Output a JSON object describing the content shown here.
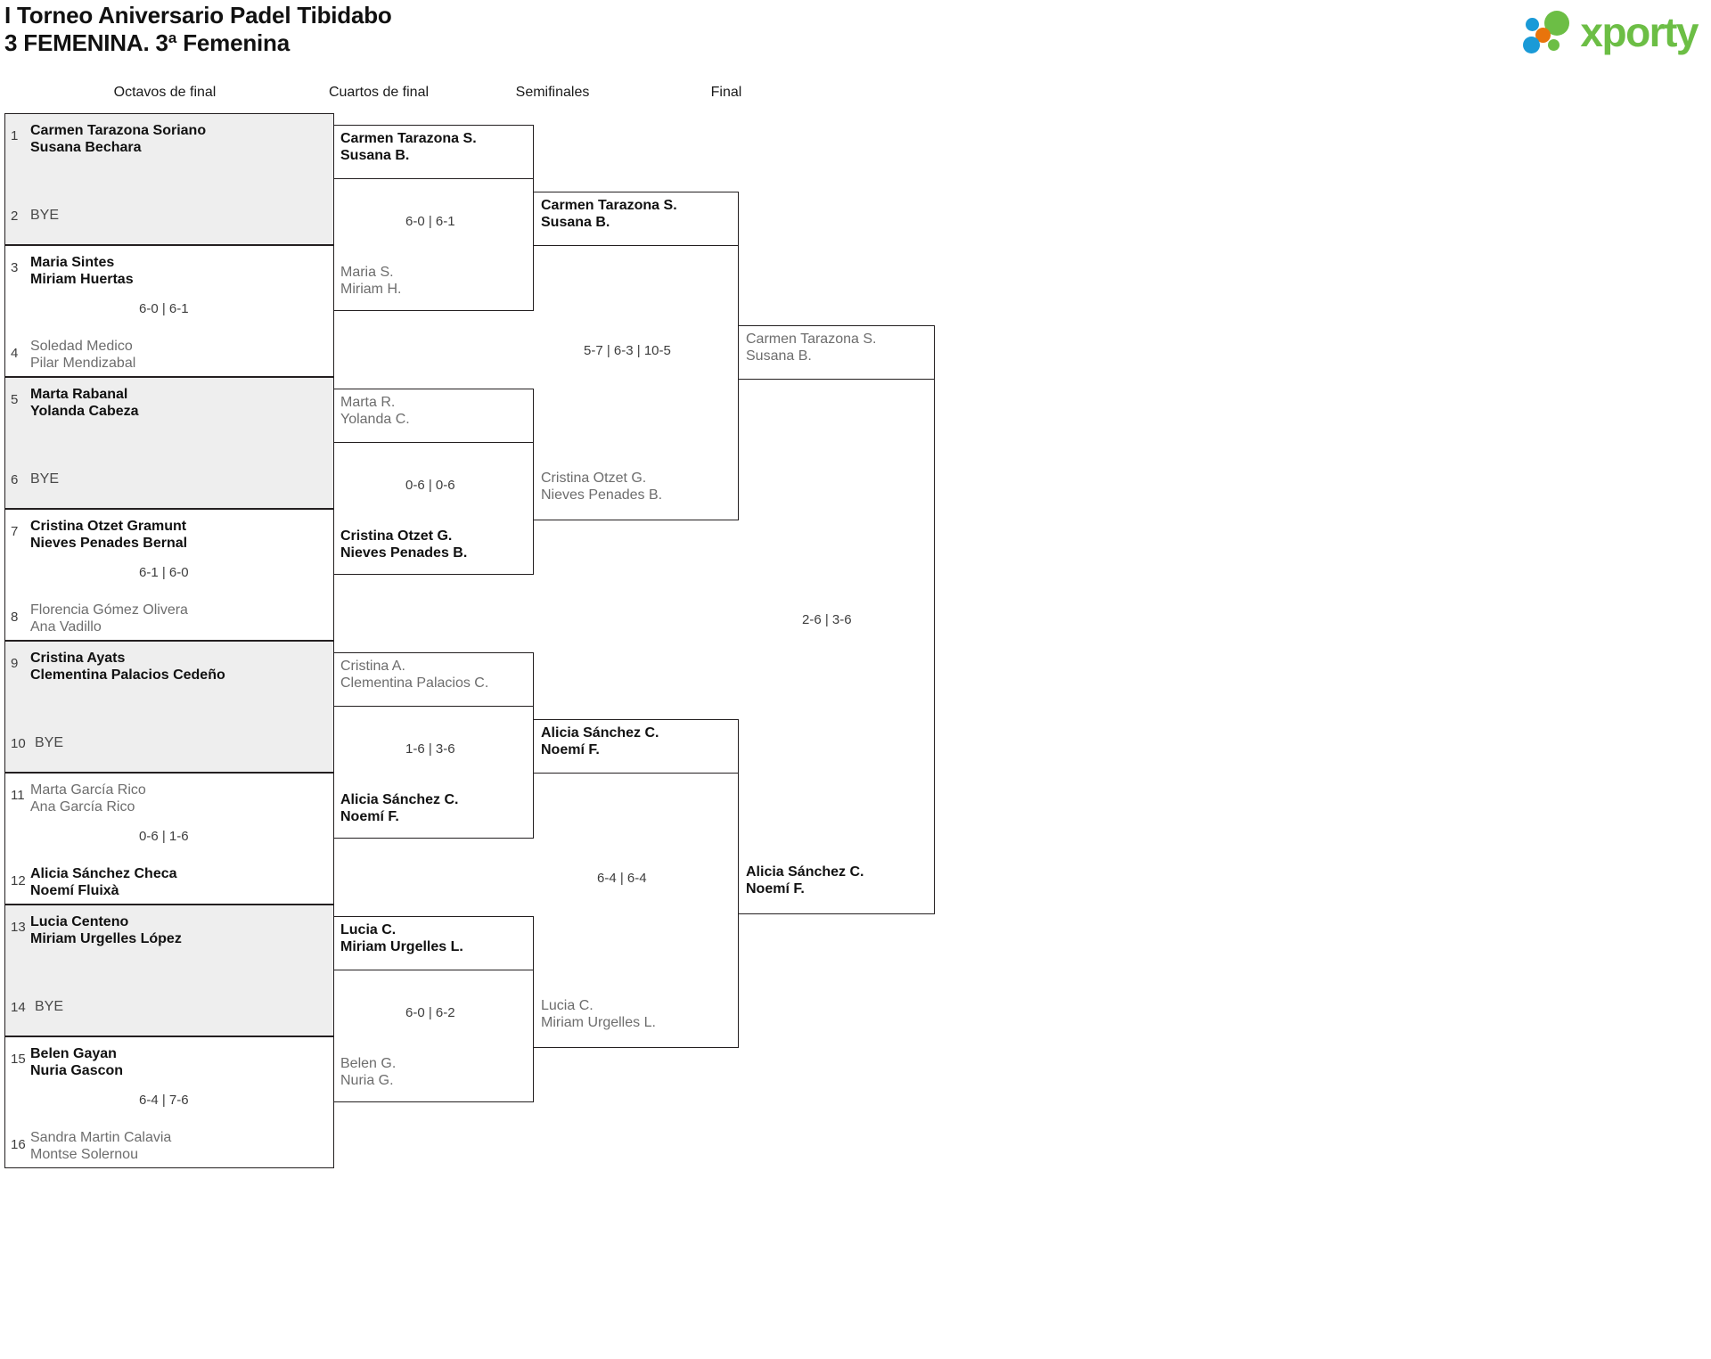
{
  "header": {
    "title_line1": "I Torneo Aniversario Padel Tibidabo",
    "title_line2": "3 FEMENINA. 3ª Femenina",
    "logo_text": "xporty",
    "logo_colors": {
      "green": "#6cbe45",
      "blue": "#1a9ad7",
      "orange": "#e8740c"
    }
  },
  "rounds": [
    {
      "label": "Octavos de final"
    },
    {
      "label": "Cuartos de final"
    },
    {
      "label": "Semifinales"
    },
    {
      "label": "Final"
    }
  ],
  "bye_label": "BYE",
  "round1": {
    "matches": [
      {
        "top": {
          "seed": "1",
          "line1": "Carmen Tarazona Soriano",
          "line2": "Susana Bechara",
          "result": "win"
        },
        "bottom": {
          "seed": "2",
          "line1": "BYE",
          "line2": "",
          "result": "bye"
        },
        "score": ""
      },
      {
        "top": {
          "seed": "3",
          "line1": "Maria Sintes",
          "line2": "Miriam Huertas",
          "result": "win"
        },
        "bottom": {
          "seed": "4",
          "line1": "Soledad Medico",
          "line2": "Pilar Mendizabal",
          "result": "lose"
        },
        "score": "6-0 | 6-1"
      },
      {
        "top": {
          "seed": "5",
          "line1": "Marta Rabanal",
          "line2": "Yolanda Cabeza",
          "result": "win"
        },
        "bottom": {
          "seed": "6",
          "line1": "BYE",
          "line2": "",
          "result": "bye"
        },
        "score": ""
      },
      {
        "top": {
          "seed": "7",
          "line1": "Cristina Otzet Gramunt",
          "line2": "Nieves Penades Bernal",
          "result": "win"
        },
        "bottom": {
          "seed": "8",
          "line1": "Florencia Gómez Olivera",
          "line2": "Ana Vadillo",
          "result": "lose"
        },
        "score": "6-1 | 6-0"
      },
      {
        "top": {
          "seed": "9",
          "line1": "Cristina Ayats",
          "line2": "Clementina Palacios Cedeño",
          "result": "win"
        },
        "bottom": {
          "seed": "10",
          "line1": "BYE",
          "line2": "",
          "result": "bye"
        },
        "score": ""
      },
      {
        "top": {
          "seed": "11",
          "line1": "Marta García Rico",
          "line2": "Ana García Rico",
          "result": "lose"
        },
        "bottom": {
          "seed": "12",
          "line1": "Alicia Sánchez Checa",
          "line2": "Noemí Fluixà",
          "result": "win"
        },
        "score": "0-6 | 1-6"
      },
      {
        "top": {
          "seed": "13",
          "line1": "Lucia Centeno",
          "line2": "Miriam Urgelles López",
          "result": "win"
        },
        "bottom": {
          "seed": "14",
          "line1": "BYE",
          "line2": "",
          "result": "bye"
        },
        "score": ""
      },
      {
        "top": {
          "seed": "15",
          "line1": "Belen Gayan",
          "line2": "Nuria Gascon",
          "result": "win"
        },
        "bottom": {
          "seed": "16",
          "line1": "Sandra Martin Calavia",
          "line2": "Montse Solernou",
          "result": "lose"
        },
        "score": "6-4 | 7-6"
      }
    ]
  },
  "round2": {
    "matches": [
      {
        "top": {
          "line1": "Carmen Tarazona S.",
          "line2": "Susana B.",
          "result": "win"
        },
        "bottom": {
          "line1": "Maria S.",
          "line2": "Miriam H.",
          "result": "lose"
        },
        "score": "6-0 | 6-1"
      },
      {
        "top": {
          "line1": "Marta R.",
          "line2": "Yolanda C.",
          "result": "lose"
        },
        "bottom": {
          "line1": "Cristina Otzet G.",
          "line2": "Nieves Penades B.",
          "result": "win"
        },
        "score": "0-6 | 0-6"
      },
      {
        "top": {
          "line1": "Cristina A.",
          "line2": "Clementina Palacios C.",
          "result": "lose"
        },
        "bottom": {
          "line1": "Alicia Sánchez C.",
          "line2": "Noemí F.",
          "result": "win"
        },
        "score": "1-6 | 3-6"
      },
      {
        "top": {
          "line1": "Lucia C.",
          "line2": "Miriam Urgelles L.",
          "result": "win"
        },
        "bottom": {
          "line1": "Belen G.",
          "line2": "Nuria G.",
          "result": "lose"
        },
        "score": "6-0 | 6-2"
      }
    ]
  },
  "round3": {
    "matches": [
      {
        "top": {
          "line1": "Carmen Tarazona S.",
          "line2": "Susana B.",
          "result": "win"
        },
        "bottom": {
          "line1": "Cristina Otzet G.",
          "line2": "Nieves Penades B.",
          "result": "lose"
        },
        "score": "5-7 | 6-3 | 10-5"
      },
      {
        "top": {
          "line1": "Alicia Sánchez C.",
          "line2": "Noemí F.",
          "result": "win"
        },
        "bottom": {
          "line1": "Lucia C.",
          "line2": "Miriam Urgelles L.",
          "result": "lose"
        },
        "score": "6-4 | 6-4"
      }
    ]
  },
  "round4": {
    "matches": [
      {
        "top": {
          "line1": "Carmen Tarazona S.",
          "line2": "Susana B.",
          "result": "lose"
        },
        "bottom": {
          "line1": "Alicia Sánchez C.",
          "line2": "Noemí F.",
          "result": "win"
        },
        "score": "2-6 | 3-6"
      }
    ]
  }
}
